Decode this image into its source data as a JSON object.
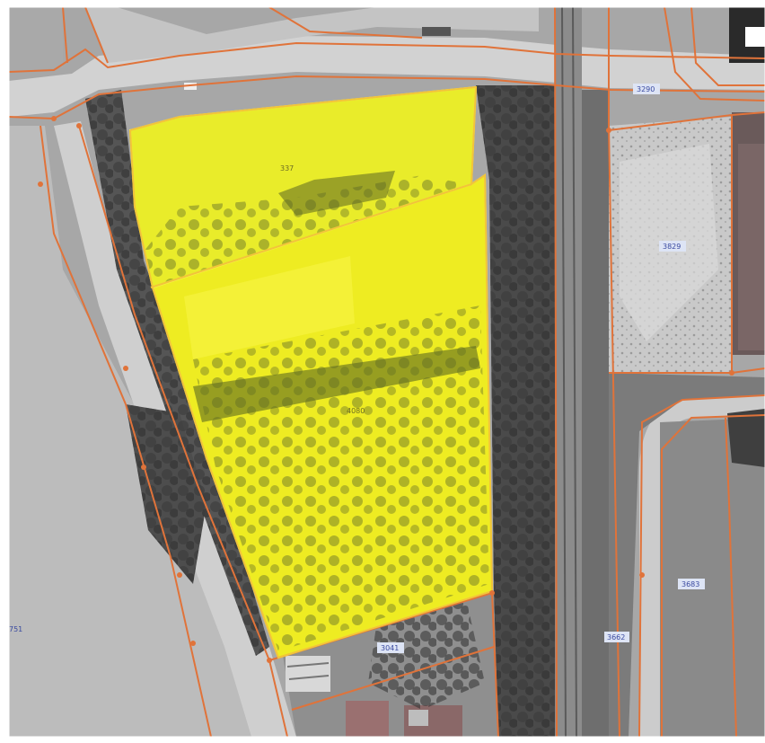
{
  "map": {
    "parcel_labels": {
      "north_plot": "337",
      "main_plot": "4080",
      "south_lot": "3041",
      "yard_east": "3829",
      "road_north": "3290",
      "field_east": "3683",
      "rail_strip": "3662",
      "field_west": "751"
    },
    "colors": {
      "highlight_fill": "#f2f21a",
      "parcel_line": "#e0733a",
      "label_box": "#dde4f5",
      "label_text": "#3a4aa0"
    },
    "icons": [
      "building",
      "house",
      "railway",
      "tree-canopy",
      "road"
    ]
  }
}
